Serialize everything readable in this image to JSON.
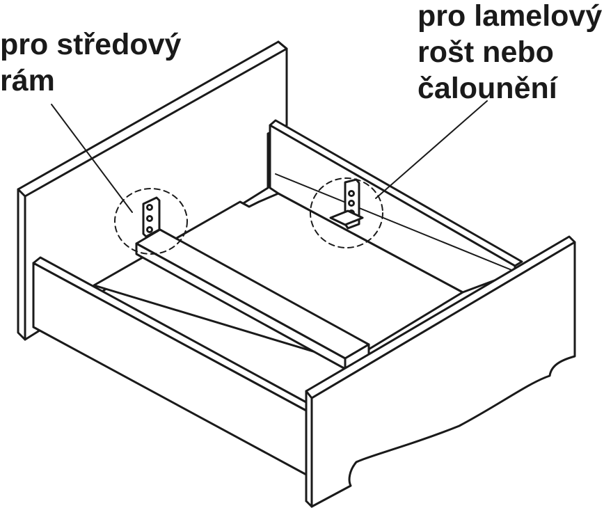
{
  "labels": {
    "left": {
      "line1": "pro středový",
      "line2": "rám"
    },
    "right": {
      "line1": "pro lamelový",
      "line2": "rošt nebo",
      "line3": "čalounění"
    }
  },
  "colors": {
    "stroke": "#1a1a1a",
    "fill": "#ffffff"
  }
}
